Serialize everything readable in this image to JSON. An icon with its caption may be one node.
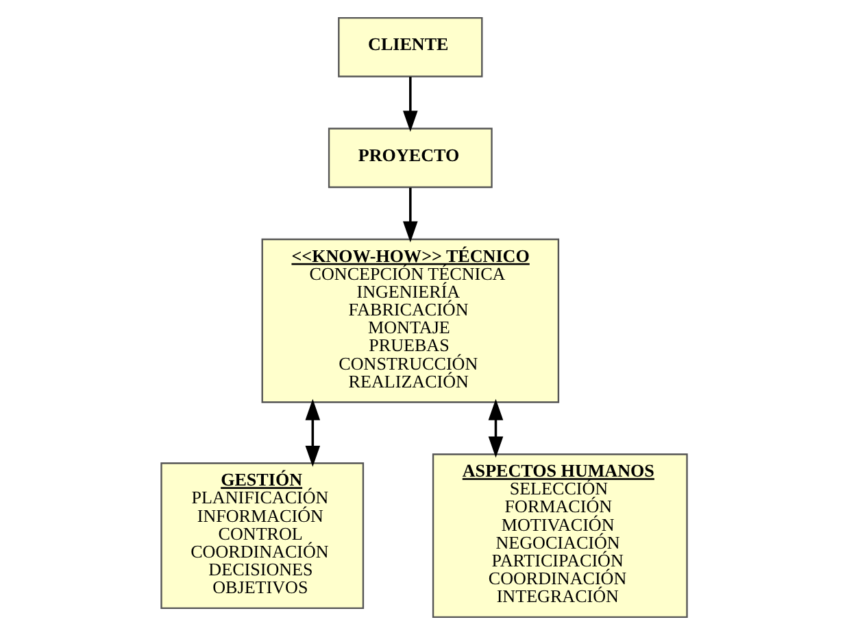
{
  "diagram": {
    "nodes": [
      {
        "text": [
          "CLIENTE"
        ]
      },
      {
        "text": [
          "PROYECTO"
        ]
      },
      {
        "text": [
          "<<KNOW-HOW>> TÉCNICO",
          "CONCEPCIÓN TÉCNICA",
          "INGENIERÍA",
          "FABRICACIÓN",
          "MONTAJE",
          "PRUEBAS",
          "CONSTRUCCIÓN",
          "REALIZACIÓN"
        ]
      },
      {
        "text": [
          "GESTIÓN",
          "PLANIFICACIÓN",
          "INFORMACIÓN",
          "CONTROL",
          "COORDINACIÓN",
          "DECISIONES",
          "OBJETIVOS"
        ]
      },
      {
        "text": [
          "ASPECTOS HUMANOS",
          "SELECCIÓN",
          "FORMACIÓN",
          "MOTIVACIÓN",
          "NEGOCIACIÓN",
          "PARTICIPACIÓN",
          "COORDINACIÓN",
          "INTEGRACIÓN"
        ]
      }
    ],
    "edges": [
      {
        "from": 0,
        "to": 1,
        "arrow": "to"
      },
      {
        "from": 1,
        "to": 2,
        "arrow": "to"
      },
      {
        "from": 2,
        "to": 3,
        "arrow": "both"
      },
      {
        "from": 2,
        "to": 4,
        "arrow": "both"
      }
    ]
  }
}
